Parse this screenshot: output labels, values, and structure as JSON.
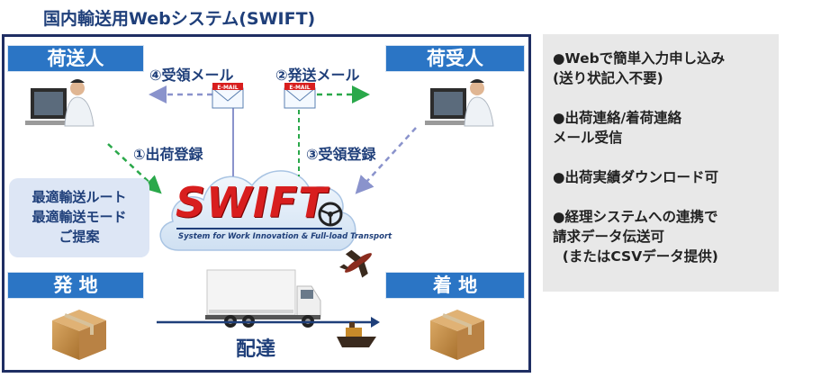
{
  "title": "国内輸送用Webシステム(SWIFT)",
  "roles": {
    "shipper": "荷送人",
    "consignee": "荷受人",
    "origin": "発 地",
    "destination": "着 地"
  },
  "steps": {
    "s1": "①出荷登録",
    "s2": "②発送メール",
    "s3": "③受領登録",
    "s4": "④受領メール"
  },
  "email_label": "E-MAIL",
  "suggestion": [
    "最適輸送ルート",
    "最適輸送モード",
    "ご提案"
  ],
  "logo": {
    "name": "SWIFT",
    "tagline": "System for Work Innovation & Full-load Transport"
  },
  "delivery_label": "配達",
  "features": [
    [
      "●Webで簡単入力申し込み",
      "(送り状記入不要)"
    ],
    [
      "●出荷連絡/着荷連絡",
      "メール受信"
    ],
    [
      "●出荷実績ダウンロード可"
    ],
    [
      "●経理システムへの連携で",
      "請求データ伝送可",
      "  (またはCSVデータ提供)"
    ]
  ],
  "colors": {
    "role_blue": "#2b75c5",
    "frame_navy": "#1f2e63",
    "text_navy": "#1f3f7a",
    "arrow_green": "#2aa84a",
    "arrow_lavender": "#8a93cc",
    "logo_red": "#d81e1e",
    "panel_gray": "#e8e8e8",
    "suggest_bg": "#dde6f5"
  }
}
